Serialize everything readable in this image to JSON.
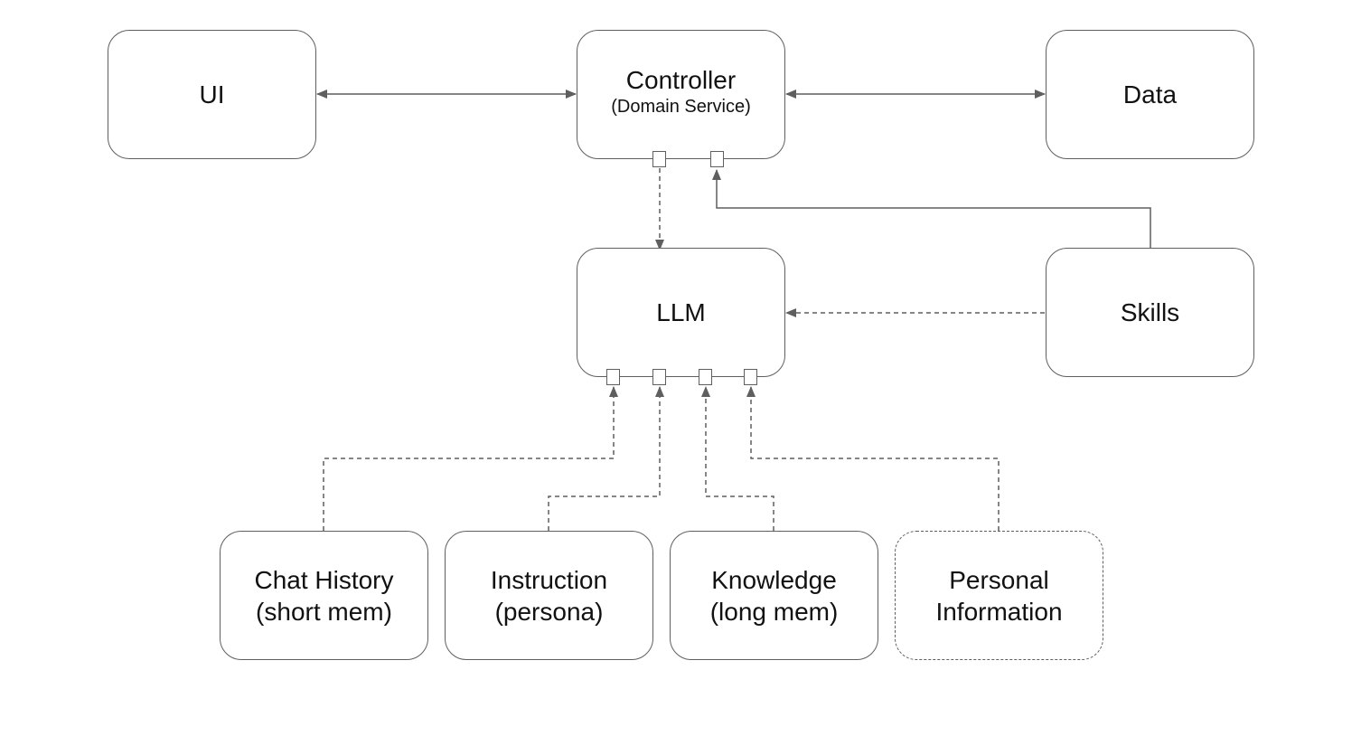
{
  "nodes": {
    "ui": {
      "label": "UI"
    },
    "controller": {
      "label": "Controller",
      "sublabel": "(Domain Service)"
    },
    "data": {
      "label": "Data"
    },
    "llm": {
      "label": "LLM"
    },
    "skills": {
      "label": "Skills"
    },
    "chat_history": {
      "label_line1": "Chat History",
      "label_line2": "(short mem)"
    },
    "instruction": {
      "label_line1": "Instruction",
      "label_line2": "(persona)"
    },
    "knowledge": {
      "label_line1": "Knowledge",
      "label_line2": "(long mem)"
    },
    "personal_information": {
      "label_line1": "Personal",
      "label_line2": "Information"
    }
  },
  "edges": [
    {
      "from": "ui",
      "to": "controller",
      "style": "solid",
      "arrows": "both"
    },
    {
      "from": "controller",
      "to": "data",
      "style": "solid",
      "arrows": "both"
    },
    {
      "from": "controller",
      "to": "llm",
      "style": "dashed",
      "arrows": "end"
    },
    {
      "from": "skills",
      "to": "controller",
      "style": "solid",
      "arrows": "end"
    },
    {
      "from": "skills",
      "to": "llm",
      "style": "dashed",
      "arrows": "end"
    },
    {
      "from": "chat_history",
      "to": "llm",
      "style": "dashed",
      "arrows": "end"
    },
    {
      "from": "instruction",
      "to": "llm",
      "style": "dashed",
      "arrows": "end"
    },
    {
      "from": "knowledge",
      "to": "llm",
      "style": "dashed",
      "arrows": "end"
    },
    {
      "from": "personal_information",
      "to": "llm",
      "style": "dashed",
      "arrows": "end"
    }
  ],
  "colors": {
    "stroke": "#5f5f5f",
    "text": "#111111",
    "background": "#ffffff"
  }
}
